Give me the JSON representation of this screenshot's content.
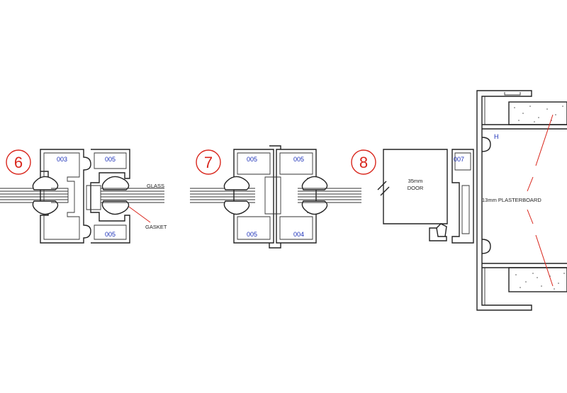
{
  "details": [
    {
      "number": "6",
      "codes": [
        "003",
        "005",
        "005"
      ],
      "labels": {
        "glass": "GLASS",
        "gasket": "GASKET"
      }
    },
    {
      "number": "7",
      "codes": [
        "005",
        "005",
        "005",
        "004"
      ]
    },
    {
      "number": "8",
      "codes": [
        "007"
      ],
      "labels": {
        "door": "35mm\nDOOR",
        "door_line1": "35mm",
        "door_line2": "DOOR",
        "h": "H",
        "plasterboard": "13mm PLASTERBOARD"
      }
    }
  ],
  "colors": {
    "callout": "#d9261c",
    "codes": "#1a2fb8",
    "lines": "#222222"
  }
}
